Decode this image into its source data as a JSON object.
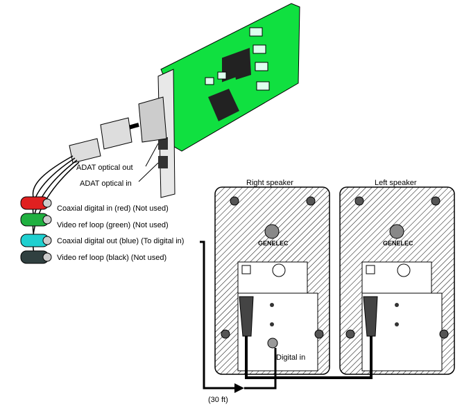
{
  "card": {
    "adat_out": "ADAT optical out",
    "adat_in": "ADAT optical in"
  },
  "connectors": [
    {
      "label": "Coaxial digital in (red) (Not used)",
      "color": "#e02020"
    },
    {
      "label": "Video ref loop (green) (Not used)",
      "color": "#20b040"
    },
    {
      "label": "Coaxial digital out (blue) (To digital in)",
      "color": "#20d0d0"
    },
    {
      "label": "Video ref loop (black) (Not used)",
      "color": "#304040"
    }
  ],
  "speakers": {
    "right_label": "Right speaker",
    "left_label": "Left speaker",
    "brand": "GENELEC",
    "digital_in": "Digital in"
  },
  "cable_length": "(30 ft)",
  "colors": {
    "pcb": "#10e040",
    "pcb_dark": "#0a9a2a"
  }
}
